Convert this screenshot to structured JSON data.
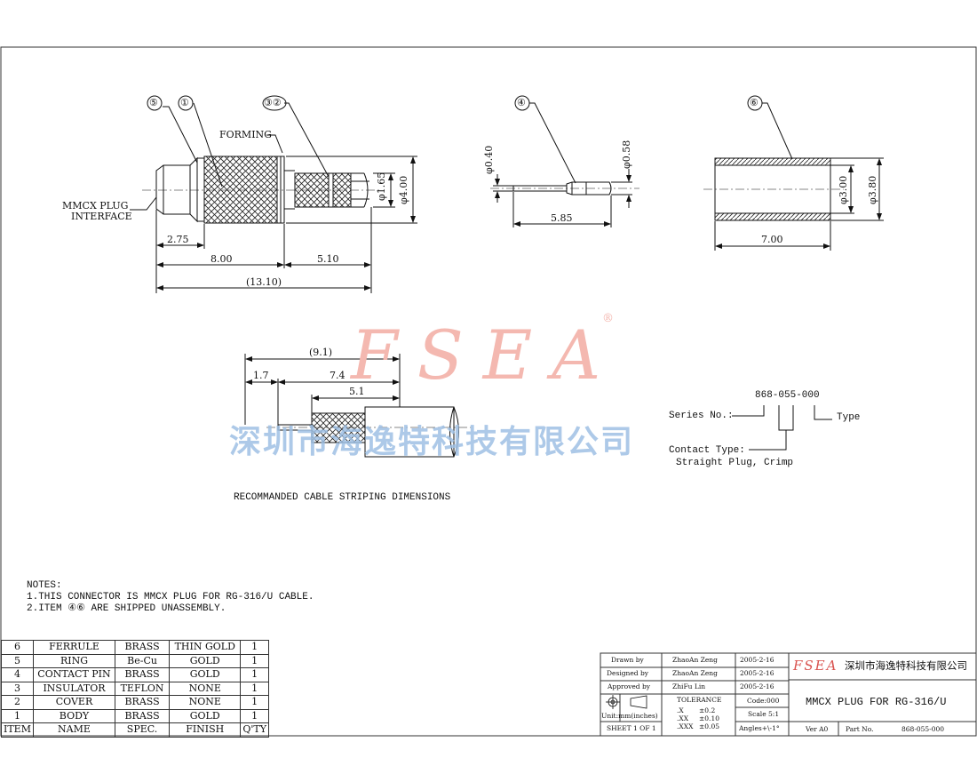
{
  "watermark": {
    "brand": "FSEA",
    "registered": "®",
    "company_cn": "深圳市海逸特科技有限公司"
  },
  "views": {
    "main": {
      "balloons": [
        "⑤",
        "①",
        "③②"
      ],
      "forming": "FORMING-",
      "interface": [
        "MMCX PLUG",
        "INTERFACE"
      ],
      "dims": {
        "d_1_65": "φ1.65",
        "d_4_00": "φ4.00",
        "l_2_75": "2.75",
        "l_8_00": "8.00",
        "l_5_10": "5.10",
        "l_13_10": "(13.10)"
      }
    },
    "pin": {
      "balloon": "④",
      "d_0_40": "φ0.40",
      "d_0_58": "φ0.58",
      "l_5_85": "5.85"
    },
    "ferrule": {
      "balloon": "⑥",
      "d_3_00": "φ3.00",
      "d_3_80": "φ3.80",
      "l_7_00": "7.00"
    },
    "strip": {
      "l_9_1": "(9.1)",
      "l_1_7": "1.7",
      "l_7_4": "7.4",
      "l_5_1": "5.1",
      "caption": "RECOMMANDED CABLE STRIPING DIMENSIONS"
    }
  },
  "part_number": {
    "code": "868-055-000",
    "series": "Series No.:",
    "type": "Type",
    "contact_type": "Contact Type:",
    "contact_value": "Straight Plug, Crimp"
  },
  "notes": {
    "title": "NOTES:",
    "line1": "1.THIS CONNECTOR IS MMCX PLUG FOR RG-316/U CABLE.",
    "line2": "2.ITEM ④⑥ ARE SHIPPED UNASSEMBLY."
  },
  "bom": {
    "rows": [
      {
        "item": "6",
        "name": "FERRULE",
        "spec": "BRASS",
        "finish": "THIN GOLD",
        "qty": "1"
      },
      {
        "item": "5",
        "name": "RING",
        "spec": "Be-Cu",
        "finish": "GOLD",
        "qty": "1"
      },
      {
        "item": "4",
        "name": "CONTACT PIN",
        "spec": "BRASS",
        "finish": "GOLD",
        "qty": "1"
      },
      {
        "item": "3",
        "name": "INSULATOR",
        "spec": "TEFLON",
        "finish": "NONE",
        "qty": "1"
      },
      {
        "item": "2",
        "name": "COVER",
        "spec": "BRASS",
        "finish": "NONE",
        "qty": "1"
      },
      {
        "item": "1",
        "name": "BODY",
        "spec": "BRASS",
        "finish": "GOLD",
        "qty": "1"
      }
    ],
    "header": {
      "item": "ITEM",
      "name": "NAME",
      "spec": "SPEC.",
      "finish": "FINISH",
      "qty": "Q'TY"
    }
  },
  "title_block": {
    "drawn_label": "Drawn by",
    "drawn_name": "ZhaoAn Zeng",
    "drawn_date": "2005-2-16",
    "designed_label": "Designed by",
    "designed_name": "ZhaoAn Zeng",
    "designed_date": "2005-2-16",
    "approved_label": "Approved by",
    "approved_name": "ZhiFu Lin",
    "approved_date": "2005-2-16",
    "tolerance_label": "TOLERANCE",
    "tol_x": ".X",
    "tol_x_val": "±0.2",
    "tol_xx": ".XX",
    "tol_xx_val": "±0.10",
    "tol_xxx": ".XXX",
    "tol_xxx_val": "±0.05",
    "code": "Code:000",
    "scale": "Scale 5:1",
    "angles": "Angles+\\-1°",
    "units": "Unit:mm(inches)",
    "sheet": "SHEET 1 OF 1",
    "logo": "FSEA",
    "company": "深圳市海逸特科技有限公司",
    "title": "MMCX PLUG FOR RG-316/U",
    "ver": "Ver A0",
    "part_no_label": "Part No.",
    "part_no": "868-055-000"
  }
}
